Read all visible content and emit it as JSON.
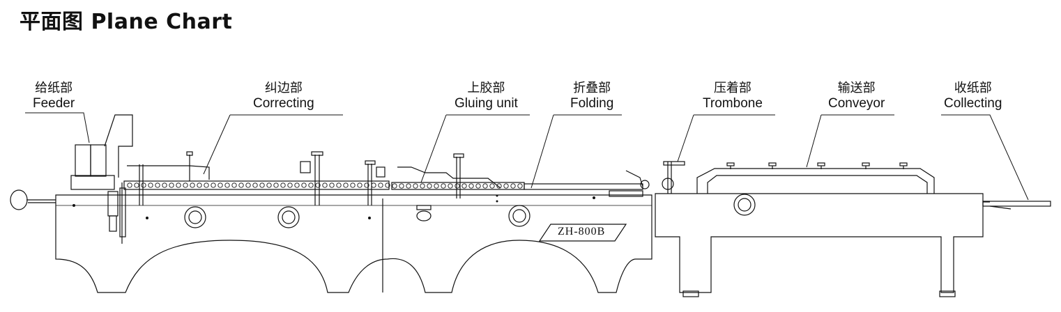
{
  "title": "平面图 Plane Chart",
  "model": "ZH-800B",
  "sections": [
    {
      "zh": "给纸部",
      "en": "Feeder"
    },
    {
      "zh": "纠边部",
      "en": "Correcting"
    },
    {
      "zh": "上胶部",
      "en": "Gluing unit"
    },
    {
      "zh": "折叠部",
      "en": "Folding"
    },
    {
      "zh": "压着部",
      "en": "Trombone"
    },
    {
      "zh": "输送部",
      "en": "Conveyor"
    },
    {
      "zh": "收纸部",
      "en": "Collecting"
    }
  ]
}
